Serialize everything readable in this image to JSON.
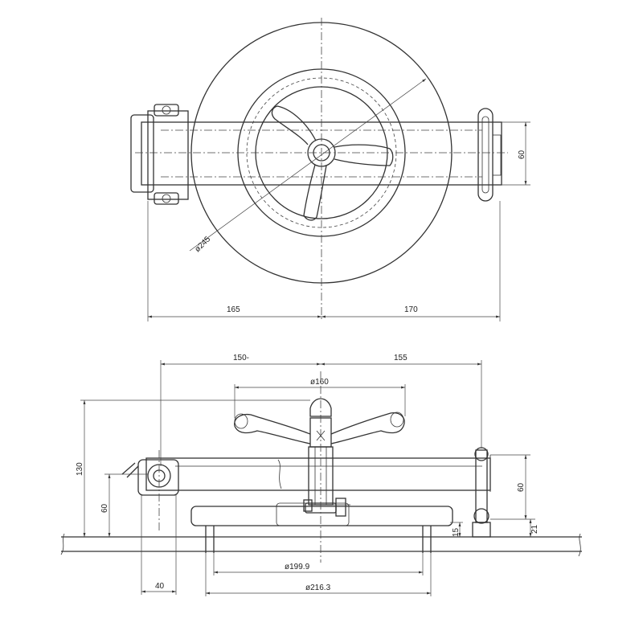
{
  "top_view": {
    "dim_left": "165",
    "dim_right": "170",
    "dim_height": "60",
    "dim_diameter": "ø245"
  },
  "front_view": {
    "dim_top_left": "150-",
    "dim_top_right": "155",
    "dim_handwheel": "ø160",
    "dim_total_height": "130",
    "dim_pivot_height": "60",
    "dim_right_height": "60",
    "dim_right_small": "21",
    "dim_base_step": "15",
    "dim_offset": "40",
    "dim_diameter_inner": "ø199.9",
    "dim_diameter_outer": "ø216.3"
  }
}
